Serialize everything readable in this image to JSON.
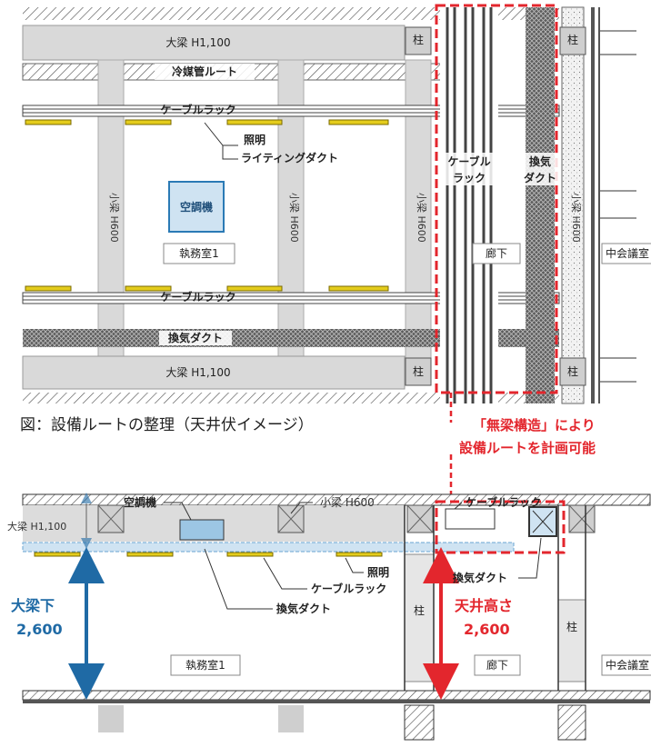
{
  "plan": {
    "ohari_top": "大梁 H1,100",
    "ohari_bottom": "大梁 H1,100",
    "reibai": "冷媒管ルート",
    "cable_top": "ケーブルラック",
    "shomei": "照明",
    "lighting_duct": "ライティングダクト",
    "aircon": "空調機",
    "koari": "小梁 H600",
    "room": "執務室1",
    "cable_bottom": "ケーブルラック",
    "kanki": "換気ダクト",
    "hashira": "柱",
    "corridor_cable": "ケーブル\nラック",
    "corridor_kanki": "換気\nダクト",
    "rouka": "廊下",
    "meeting": "中会議室"
  },
  "caption": "図：設備ルートの整理（天井伏イメージ）",
  "callout_1": "「無梁構造」により",
  "callout_2": "設備ルートを計画可能",
  "section": {
    "aircon": "空調機",
    "koari": "小梁 H600",
    "cable_corr": "ケーブルラック",
    "ohari": "大梁 H1,100",
    "shomei": "照明",
    "cable": "ケーブルラック",
    "kanki": "換気ダクト",
    "kanki_corr": "換気ダクト",
    "ohari_shita": "大梁下",
    "h_left": "2,600",
    "tenjo": "天井高さ",
    "h_right": "2,600",
    "room": "執務室1",
    "rouka": "廊下",
    "hashira": "柱",
    "meeting": "中会議室"
  },
  "colors": {
    "red": "#e3262d",
    "blue": "#1f6aa5",
    "yellow": "#e4cc1c",
    "gray": "#c9c9c9"
  }
}
